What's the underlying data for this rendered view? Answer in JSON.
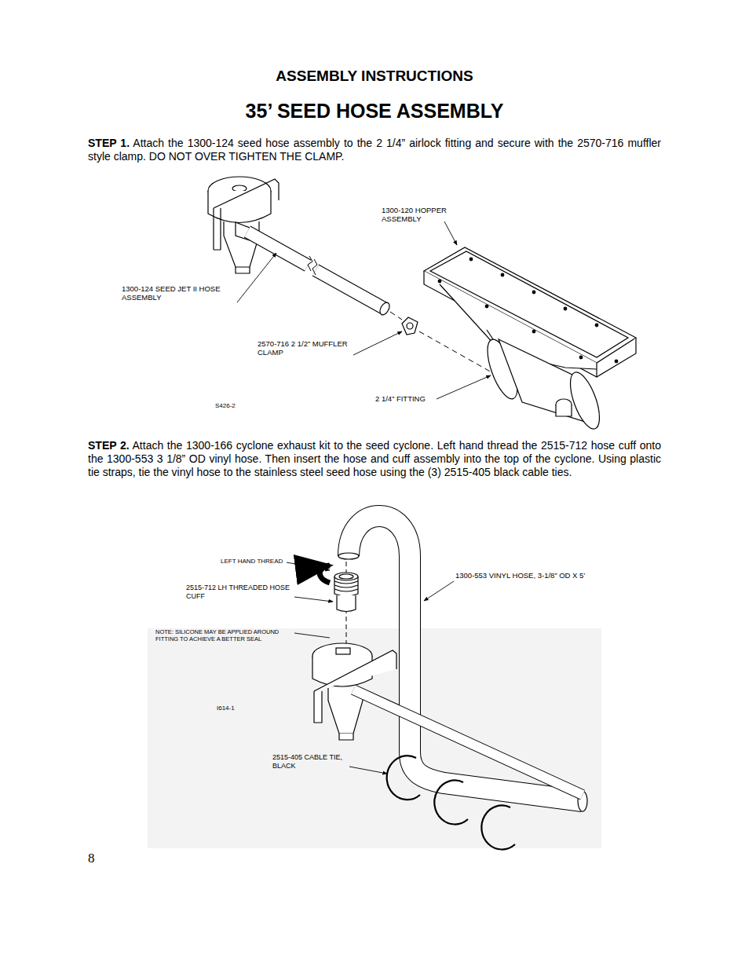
{
  "diagram": {
    "title": "35’ SEED HOSE ASSEMBLY",
    "labels": [
      "ASSEMBLY INSTRUCTIONS",
      "STEP 1.",
      "Attach the 1300-124 seed hose assembly to the 2 1/4” airlock fitting and secure with the 2570-716 muffler style clamp. DO NOT OVER TIGHTEN THE CLAMP.",
      "1300-120 HOPPER ASSEMBLY",
      "1300-124 SEED JET II HOSE ASSEMBLY",
      "2570-716 2 1/2” MUFFLER CLAMP",
      "2 1/4” FITTING",
      "S426-2",
      "STEP 2.",
      "Attach the 1300-166 cyclone exhaust kit to the seed cyclone. Left hand thread the 2515-712 hose cuff onto the 1300-553 3 1/8” OD vinyl hose. Then insert the hose and cuff assembly into the top of the cyclone. Using plastic tie straps, tie the vinyl hose to the stainless steel seed hose using the (3) 2515-405 black cable ties.",
      "LEFT HAND THREAD",
      "2515-712 LH THREADED HOSE CUFF",
      "NOTE: SILICONE MAY BE APPLIED AROUND FITTING TO ACHIEVE A BETTER SEAL",
      "1300-553 VINYL HOSE, 3-1/8” OD X 5’",
      "I614-1",
      "2515-405 CABLE TIE, BLACK",
      "8"
    ]
  }
}
